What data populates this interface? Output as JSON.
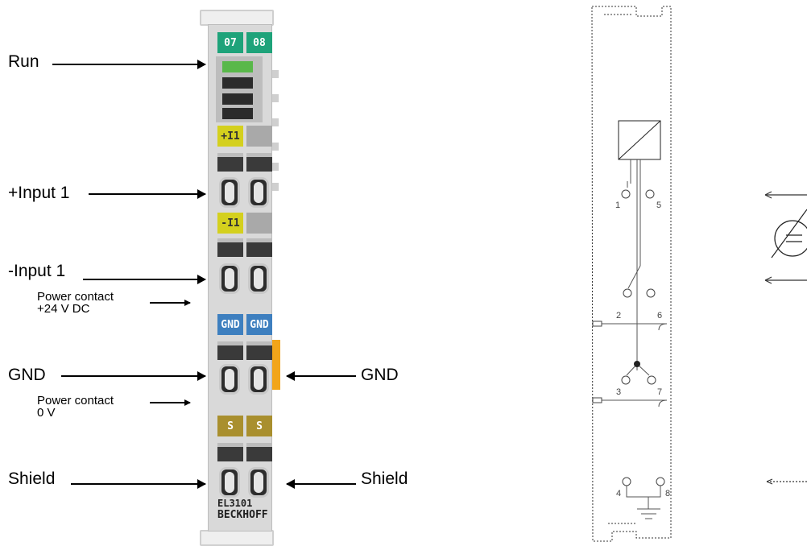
{
  "terminal": {
    "model": "EL3101",
    "brand": "BECKHOFF",
    "tags": {
      "top_left": "07",
      "top_right": "08",
      "in_plus": "+I1",
      "in_minus": "-I1",
      "gnd_left": "GND",
      "gnd_right": "GND",
      "shield_left": "S",
      "shield_right": "S"
    },
    "pin_numbers": [
      "1",
      "5",
      "2",
      "6",
      "3",
      "7",
      "4",
      "8"
    ]
  },
  "labels": {
    "run": "Run",
    "input_plus": "+Input 1",
    "input_minus": "-Input 1",
    "power_contact_24v_line1": "Power contact",
    "power_contact_24v_line2": "+24 V DC",
    "gnd_left": "GND",
    "gnd_right": "GND",
    "power_contact_0v_line1": "Power contact",
    "power_contact_0v_line2": "0 V",
    "shield_left": "Shield",
    "shield_right": "Shield"
  },
  "schematic": {
    "pin_labels": [
      "1",
      "5",
      "2",
      "6",
      "3",
      "7",
      "4",
      "8"
    ]
  },
  "colors": {
    "green_tag": "#1ea37a",
    "yellow_tag": "#d4d01e",
    "blue_tag": "#3e7fbf",
    "olive_tag": "#a98f2e",
    "orange_contact": "#f2a51a"
  }
}
